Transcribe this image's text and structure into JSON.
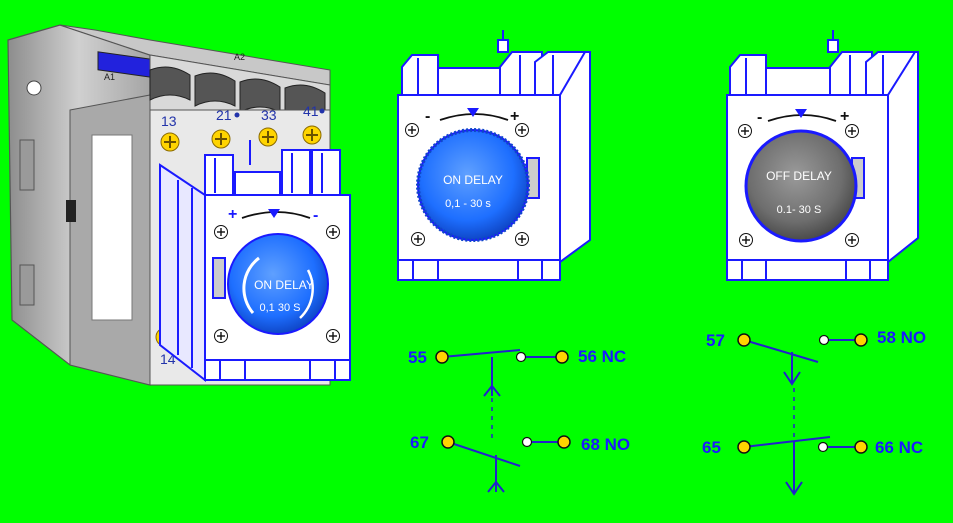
{
  "colors": {
    "background": "#00ff00",
    "line_blue": "#1a1aff",
    "dial_blue": "#1e6fff",
    "dial_grey": "#6e6e6e",
    "screw_yellow": "#ffd400",
    "housing_grey": "#b9b9b9",
    "terminal_white": "#ffffff",
    "wiring_blue": "#2222cc"
  },
  "icons": {
    "screw": "phillips-screw-icon",
    "arrow": "adjust-arrow-icon",
    "pointer": "dial-pointer-icon"
  },
  "contactor": {
    "terminals": [
      "13",
      "21",
      "33",
      "41"
    ],
    "coil_labels": [
      "A1",
      "A2"
    ],
    "bottom_terminal": "14"
  },
  "mounted_block": {
    "dial_line1": "ON  DELAY",
    "dial_line2": "0,1  30 S",
    "sign_left": "+",
    "sign_right": "-"
  },
  "on_delay_block": {
    "dial_line1": "ON DELAY",
    "dial_line2": "0,1 - 30 s",
    "sign_left": "-",
    "sign_right": "+"
  },
  "off_delay_block": {
    "dial_line1": "OFF DELAY",
    "dial_line2": "0.1- 30 S",
    "sign_left": "-",
    "sign_right": "+"
  },
  "on_delay_diagram": {
    "nc_contact": {
      "left": "55",
      "right": "56 NC"
    },
    "no_contact": {
      "left": "67",
      "right": "68 NO"
    }
  },
  "off_delay_diagram": {
    "no_contact": {
      "left": "57",
      "right": "58 NO"
    },
    "nc_contact": {
      "left": "65",
      "right": "66 NC"
    }
  }
}
